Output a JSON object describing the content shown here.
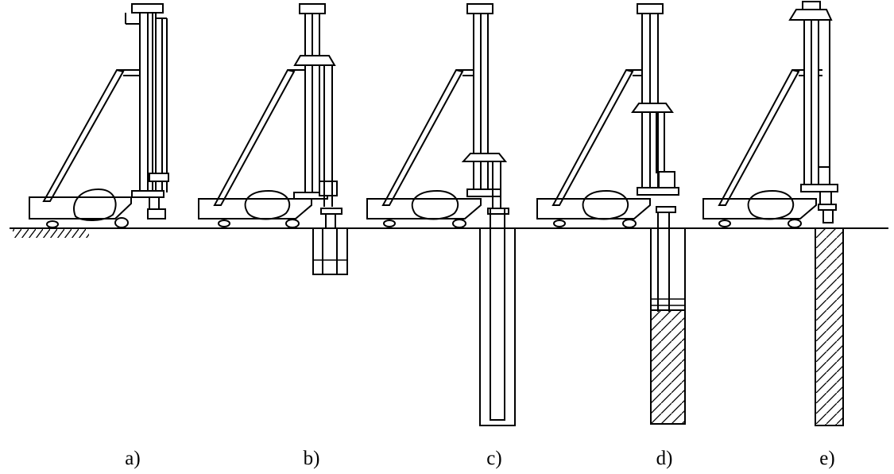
{
  "captions": [
    "a)",
    "b)",
    "c)",
    "d)",
    "e)"
  ]
}
